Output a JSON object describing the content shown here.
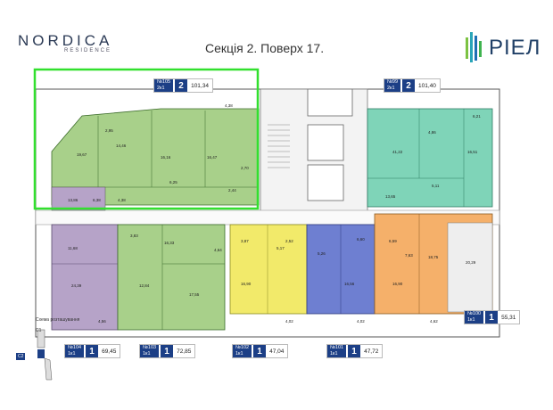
{
  "header": {
    "brand": "NORDICA",
    "brand_sub": "RESIDENCE",
    "title": "Секція 2. Поверх 17.",
    "partner": "РІЕЛ"
  },
  "colors": {
    "green": "#a8d08a",
    "green_dark": "#7db85a",
    "mint": "#7fd4b8",
    "purple": "#b6a3c8",
    "yellow": "#f2ea6a",
    "blue": "#6e7fd1",
    "orange": "#f5b06a",
    "gray": "#eeeeee",
    "highlight": "#32e02e"
  },
  "legend": {
    "label": "Схема розташування",
    "c1": "С1",
    "c2": "С2"
  },
  "apartments": [
    {
      "no": "№105",
      "type": "2к1",
      "rooms": "2",
      "area": "101,34"
    },
    {
      "no": "№99",
      "type": "2к1",
      "rooms": "2",
      "area": "101,40"
    },
    {
      "no": "№104",
      "type": "1к1",
      "rooms": "1",
      "area": "69,45"
    },
    {
      "no": "№103",
      "type": "1к1",
      "rooms": "1",
      "area": "72,85"
    },
    {
      "no": "№102",
      "type": "1к1",
      "rooms": "1",
      "area": "47,04"
    },
    {
      "no": "№101",
      "type": "1к1",
      "rooms": "1",
      "area": "47,72"
    },
    {
      "no": "№100",
      "type": "1к1",
      "rooms": "1",
      "area": "55,31"
    }
  ],
  "room_areas": {
    "a105": [
      "19,67",
      "16,16",
      "14,46",
      "16,47",
      "4,38",
      "6,25",
      "2,44",
      "13,86",
      "6,38",
      "4,38",
      "2,70",
      "2,95"
    ],
    "a99": [
      "41,22",
      "16,51",
      "13,65",
      "6,21",
      "4,86",
      "5,11"
    ],
    "a104": [
      "11,68",
      "24,39",
      "4,56"
    ],
    "a103": [
      "16,33",
      "12,84",
      "17,55",
      "3,83",
      "4,64"
    ],
    "a102": [
      "16,90",
      "5,17",
      "2,52",
      "3,87",
      "4,02"
    ],
    "a101": [
      "16,56",
      "5,26",
      "6,60",
      "4,02"
    ],
    "a100": [
      "16,90",
      "6,59",
      "7,63",
      "18,75",
      "20,29",
      "4,62"
    ]
  }
}
